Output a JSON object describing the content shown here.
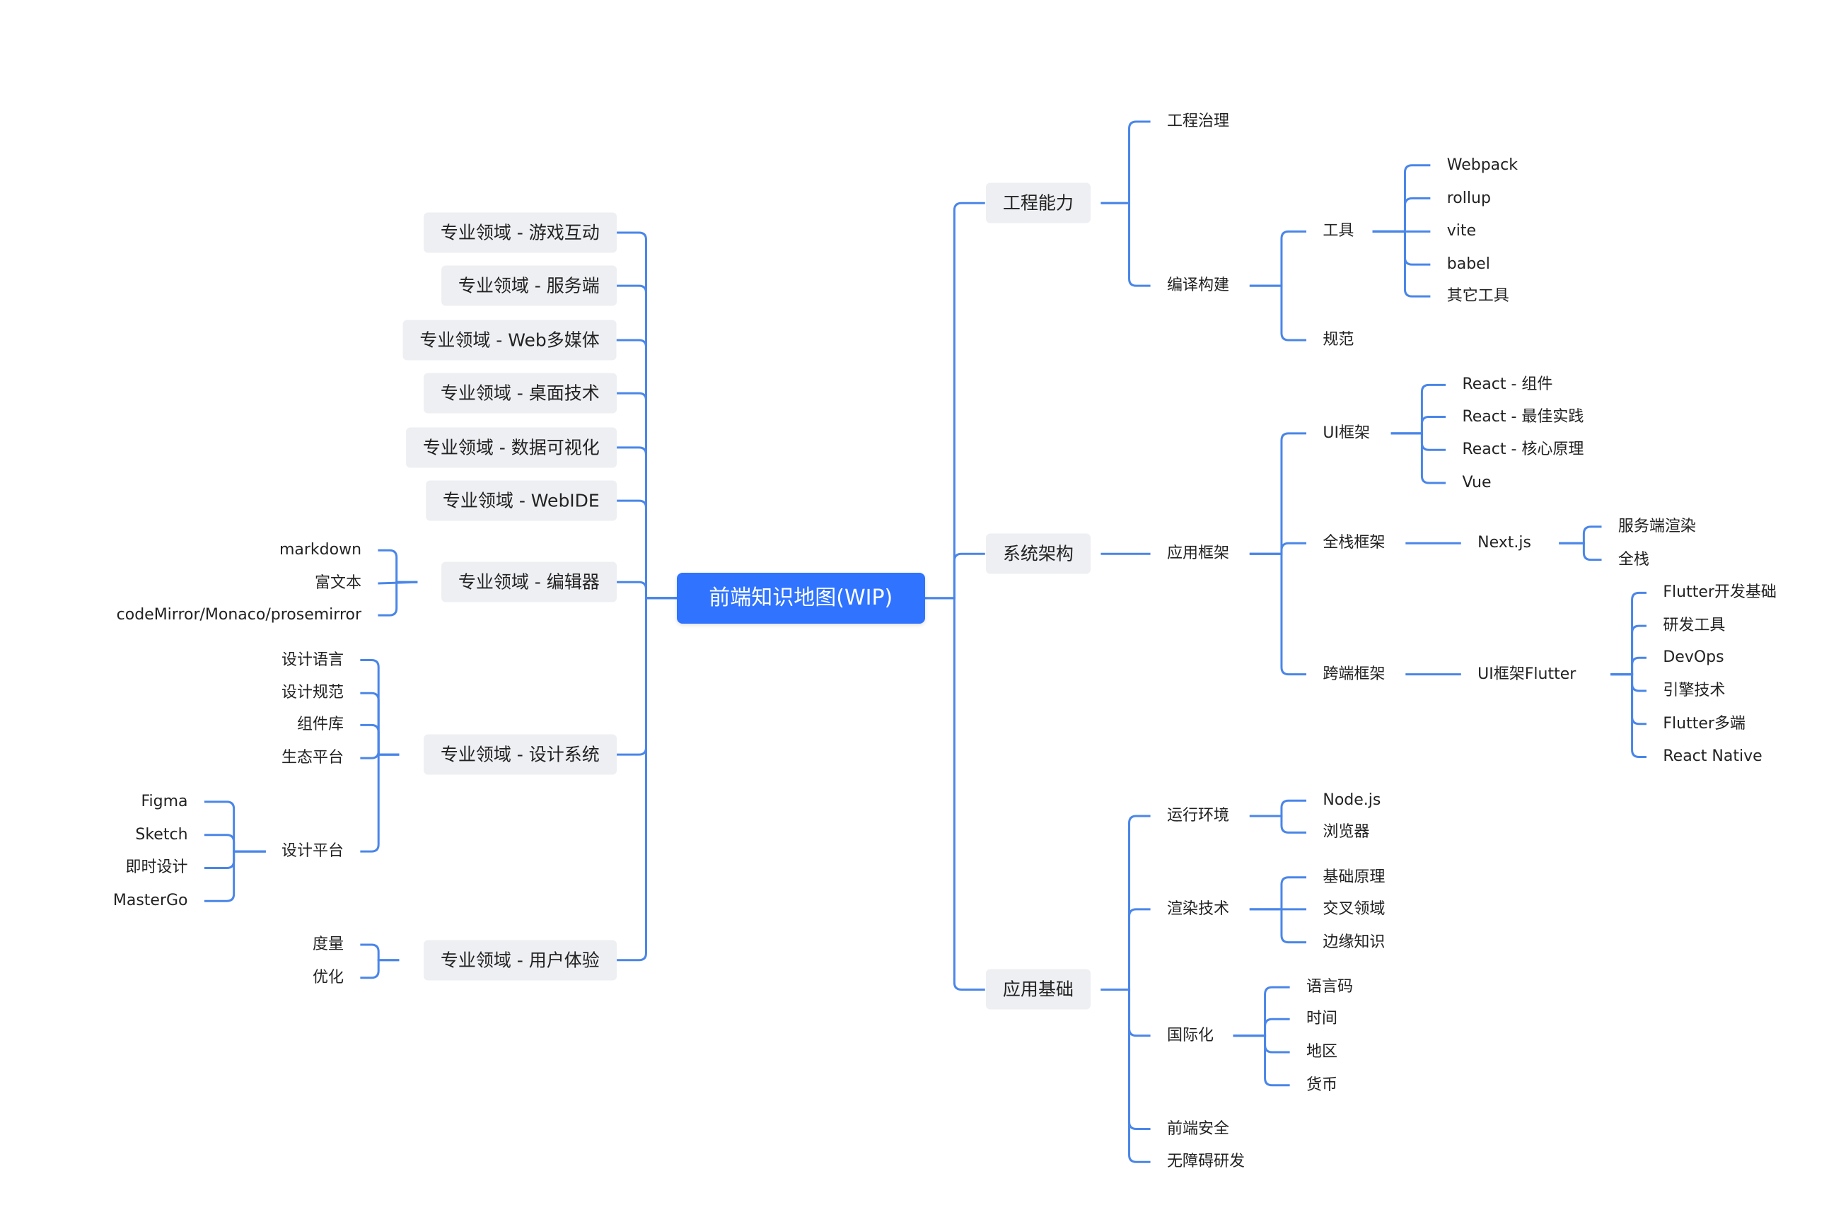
{
  "root": {
    "label": "前端知识地图(WIP)"
  },
  "right": [
    {
      "label": "工程能力",
      "children": [
        {
          "label": "工程治理"
        },
        {
          "label": "编译构建",
          "children": [
            {
              "label": "工具",
              "children": [
                {
                  "label": "Webpack"
                },
                {
                  "label": "rollup"
                },
                {
                  "label": "vite"
                },
                {
                  "label": "babel"
                },
                {
                  "label": "其它工具"
                }
              ]
            },
            {
              "label": "规范"
            }
          ]
        }
      ]
    },
    {
      "label": "系统架构",
      "children": [
        {
          "label": "应用框架",
          "children": [
            {
              "label": "UI框架",
              "children": [
                {
                  "label": "React - 组件"
                },
                {
                  "label": "React - 最佳实践"
                },
                {
                  "label": "React - 核心原理"
                },
                {
                  "label": "Vue"
                }
              ]
            },
            {
              "label": "全栈框架",
              "children": [
                {
                  "label": "Next.js",
                  "children": [
                    {
                      "label": "服务端渲染"
                    },
                    {
                      "label": "全栈"
                    }
                  ]
                }
              ]
            },
            {
              "label": "跨端框架",
              "children": [
                {
                  "label": "UI框架Flutter",
                  "children": [
                    {
                      "label": "Flutter开发基础"
                    },
                    {
                      "label": "研发工具"
                    },
                    {
                      "label": "DevOps"
                    },
                    {
                      "label": "引擎技术"
                    },
                    {
                      "label": "Flutter多端"
                    },
                    {
                      "label": "React Native"
                    }
                  ]
                }
              ]
            }
          ]
        }
      ]
    },
    {
      "label": "应用基础",
      "children": [
        {
          "label": "运行环境",
          "children": [
            {
              "label": "Node.js"
            },
            {
              "label": "浏览器"
            }
          ]
        },
        {
          "label": "渲染技术",
          "children": [
            {
              "label": "基础原理"
            },
            {
              "label": "交叉领域"
            },
            {
              "label": "边缘知识"
            }
          ]
        },
        {
          "label": "国际化",
          "children": [
            {
              "label": "语言码"
            },
            {
              "label": "时间"
            },
            {
              "label": "地区"
            },
            {
              "label": "货币"
            }
          ]
        },
        {
          "label": "前端安全"
        },
        {
          "label": "无障碍研发"
        }
      ]
    }
  ],
  "left": [
    {
      "label": "专业领域 - 游戏互动"
    },
    {
      "label": "专业领域 - 服务端"
    },
    {
      "label": "专业领域 - Web多媒体"
    },
    {
      "label": "专业领域 - 桌面技术"
    },
    {
      "label": "专业领域 - 数据可视化"
    },
    {
      "label": "专业领域 - WebIDE"
    },
    {
      "label": "专业领域 - 编辑器",
      "children": [
        {
          "label": "markdown"
        },
        {
          "label": "富文本"
        },
        {
          "label": "codeMirror/Monaco/prosemirror"
        }
      ]
    },
    {
      "label": "专业领域 - 设计系统",
      "children": [
        {
          "label": "设计语言"
        },
        {
          "label": "设计规范"
        },
        {
          "label": "组件库"
        },
        {
          "label": "生态平台"
        },
        {
          "label": "设计平台",
          "children": [
            {
              "label": "Figma"
            },
            {
              "label": "Sketch"
            },
            {
              "label": "即时设计"
            },
            {
              "label": "MasterGo"
            }
          ]
        }
      ]
    },
    {
      "label": "专业领域 - 用户体验",
      "children": [
        {
          "label": "度量"
        },
        {
          "label": "优化"
        }
      ]
    }
  ]
}
